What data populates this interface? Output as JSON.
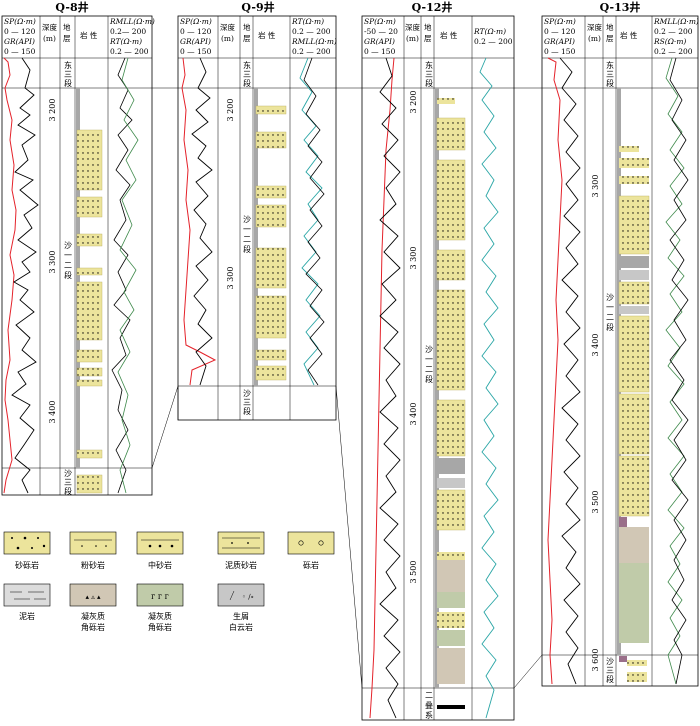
{
  "colors": {
    "sand": "#ece49c",
    "gray": "#a7a7a7",
    "tuff": "#d1c7b5",
    "tuffv": "#c0cba9",
    "dolo": "#c7c7c7",
    "mud": "#dcdcdc",
    "sp": "#e4222a",
    "gr": "#000000",
    "rt": "#2aa6a6",
    "rmll": "#3f8a4c",
    "purple": "#9a6f8a"
  },
  "wells": [
    {
      "name": "Q-8井",
      "hdr": {
        "l1": "SP(Ω·m)",
        "l2": "0 — 120",
        "l3": "GR(API)",
        "l4": "0 — 150",
        "d1": "深度",
        "d2": "(m)",
        "s1": "地",
        "s2": "层",
        "lith": "岩 性",
        "r1": "RMLL(Ω·m)",
        "r2": "0.2— 200",
        "r3": "RT(Ω·m)",
        "r4": "0.2 — 200"
      },
      "depths": [
        "3 200",
        "3 300",
        "3 400"
      ],
      "fm": [
        "东",
        "三",
        "段"
      ],
      "fm2": [
        "沙",
        "一",
        "二",
        "段"
      ],
      "fm3": [
        "沙",
        "三",
        "段"
      ]
    },
    {
      "name": "Q-9井",
      "hdr": {
        "l1": "SP(Ω·m)",
        "l2": "0 — 120",
        "l3": "GR(API)",
        "l4": "0 — 150",
        "d1": "深度",
        "d2": "(m)",
        "s1": "地",
        "s2": "层",
        "lith": "岩 性",
        "r1": "RT(Ω·m)",
        "r2": "0.2 — 200",
        "r3": "RMLL(Ω·m)",
        "r4": "0.2 — 200"
      },
      "depths": [
        "3 200",
        "3 300"
      ],
      "fm": [
        "东",
        "三",
        "段"
      ],
      "fm2": [
        "沙",
        "一",
        "二",
        "段"
      ],
      "fm3": [
        "沙",
        "三",
        "段"
      ]
    },
    {
      "name": "Q-12井",
      "hdr": {
        "l1": "SP(Ω·m)",
        "l2": "-50 — 20",
        "l3": "GR(API)",
        "l4": "0 — 150",
        "d1": "深度",
        "d2": "(m)",
        "s1": "地",
        "s2": "层",
        "lith": "岩 性",
        "r1": "RT(Ω·m)",
        "r2": "0.2 — 200"
      },
      "depths": [
        "3 200",
        "3 300",
        "3 400",
        "3 500"
      ],
      "fm": [
        "东",
        "三",
        "段"
      ],
      "fm2": [
        "沙",
        "一",
        "二",
        "段"
      ],
      "fm3": [
        "二",
        "叠",
        "系"
      ]
    },
    {
      "name": "Q-13井",
      "hdr": {
        "l1": "SP(Ω·m)",
        "l2": "0 — 120",
        "l3": "GR(API)",
        "l4": "0 — 150",
        "d1": "深度",
        "d2": "(m)",
        "s1": "地",
        "s2": "层",
        "lith": "岩 性",
        "r1": "RMLL(Ω·m)",
        "r2": "0.2 — 200",
        "r3": "RS(Ω·m)",
        "r4": "0.2 — 200"
      },
      "depths": [
        "3 300",
        "3 400",
        "3 500",
        "3 600"
      ],
      "fm": [
        "东",
        "三",
        "段"
      ],
      "fm2": [
        "沙",
        "一",
        "二",
        "段"
      ],
      "fm3": [
        "沙",
        "三",
        "段"
      ]
    }
  ],
  "legend": [
    "砂砾岩",
    "粉砂岩",
    "中砂岩",
    "泥质砂岩",
    "砾岩",
    "泥岩",
    "凝灰质",
    "角砾岩",
    "凝灰质",
    "角砾岩",
    "生屑",
    "白云岩"
  ]
}
